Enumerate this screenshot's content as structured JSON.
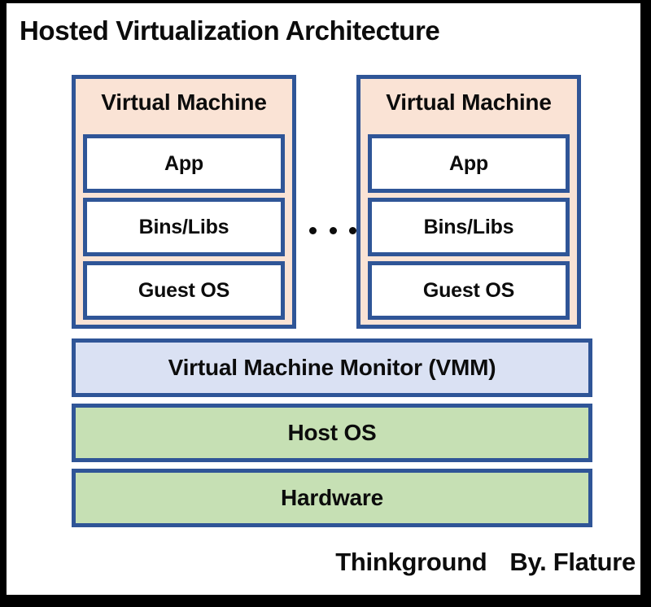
{
  "diagram": {
    "title": "Hosted Virtualization Architecture",
    "virtual_machines": [
      {
        "title": "Virtual Machine",
        "layers": [
          "App",
          "Bins/Libs",
          "Guest OS"
        ]
      },
      {
        "title": "Virtual Machine",
        "layers": [
          "App",
          "Bins/Libs",
          "Guest OS"
        ]
      }
    ],
    "ellipsis": {
      "label": "ellipsis",
      "dot_count": 3
    },
    "stack": [
      {
        "label": "Virtual Machine Monitor (VMM)",
        "fill": "#dae1f3"
      },
      {
        "label": "Host OS",
        "fill": "#c6e0b4"
      },
      {
        "label": "Hardware",
        "fill": "#c6e0b4"
      }
    ]
  },
  "footer": {
    "brand": "Thinkground",
    "author": "By. Flature"
  },
  "colors": {
    "border_blue": "#2f5597",
    "vm_fill_peach": "#fae3d5",
    "vmm_fill_blue": "#dae1f3",
    "os_fill_green": "#c6e0b4",
    "text": "#0c0c0c",
    "frame": "#000000",
    "page": "#ffffff"
  }
}
